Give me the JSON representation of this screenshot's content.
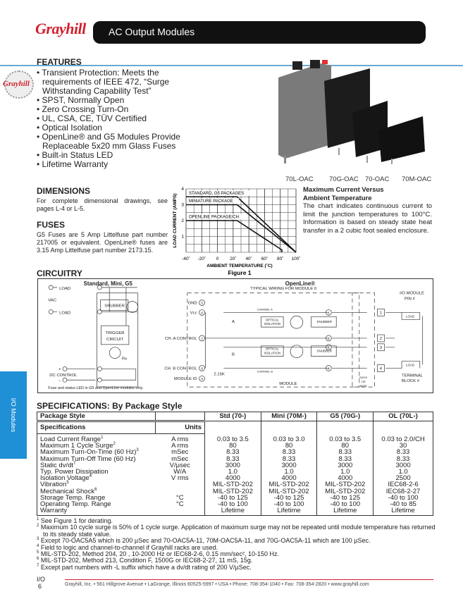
{
  "header": {
    "logo": "Grayhill",
    "title": "AC Output Modules"
  },
  "features": {
    "heading": "FEATURES",
    "seal_logo": "Grayhill",
    "items": [
      "Transient Protection: Meets the requirements of IEEE 472, “Surge Withstanding Capability Test”",
      "SPST, Normally Open",
      "Zero Crossing Turn-On",
      "UL, CSA, CE, TÜV Certified",
      "Optical Isolation",
      "OpenLine® and G5 Modules Provide Replaceable 5x20 mm Glass Fuses",
      "Built-in Status LED",
      "Lifetime Warranty"
    ]
  },
  "photo": {
    "labels": [
      "70L-OAC",
      "70G-OAC",
      "70-OAC",
      "70M-OAC"
    ]
  },
  "dimensions": {
    "heading": "DIMENSIONS",
    "text": "For complete dimensional drawings, see pages L-4 or L-5."
  },
  "fuses": {
    "heading": "FUSES",
    "text": "G5 Fuses are 5 Amp Littelfuse part number 217005 or equivalent. OpenLine® fuses are 3.15 Amp Littelfuse part number 2173.15."
  },
  "chart_data": {
    "type": "line",
    "title": "Figure 1",
    "xlabel": "AMBIENT TEMPERATURE (˚C)",
    "ylabel": "LOAD CURRENT (AMPS)",
    "xlim": [
      -40,
      100
    ],
    "ylim": [
      0,
      4
    ],
    "grid": true,
    "xticks": [
      "-40˚",
      "-20˚",
      "0",
      "20˚",
      "40˚",
      "60˚",
      "80˚",
      "100˚"
    ],
    "yticks": [
      "1",
      "2",
      "3",
      "4"
    ],
    "series": [
      {
        "name": "STANDARD, G5 PACKAGES",
        "x": [
          -40,
          25,
          100
        ],
        "y": [
          3.5,
          3.5,
          0
        ]
      },
      {
        "name": "MINIATURE PACKAGE",
        "x": [
          -40,
          25,
          100
        ],
        "y": [
          3.0,
          3.0,
          0
        ]
      },
      {
        "name": "OPENLINE PACKAGE/CH",
        "x": [
          -40,
          25,
          82,
          82
        ],
        "y": [
          2.0,
          2.0,
          0.15,
          0
        ]
      }
    ]
  },
  "chart_desc": {
    "heading1": "Maximum Current Versus",
    "heading2": "Ambient Temperature",
    "text": "The chart indicates continuous current to limit the junction temperatures to 100°C. Information is based on steady state heat transfer in a 2 cubic foot sealed enclosure."
  },
  "circuitry": {
    "heading": "CIRCUITRY",
    "left_title": "Standard, Mini, G5",
    "load": "LOAD",
    "vac": "VAC",
    "snubber": "SNUBBER",
    "trigger1": "TRIGGER",
    "trigger2": "CIRCUIT",
    "rx": "Rx",
    "dc_control": "DC CONTROL",
    "plus": "+",
    "minus": "−",
    "note": "Fuse and status LED in G5 and OpenLine modules only.",
    "right_title": "OpenLine®",
    "typical": "TYPICAL WIRING FOR MODULE 0",
    "gnd": "GND",
    "vcc": "Vcc",
    "cha": "CH. A CONTROL",
    "chb": "CH. B CONTROL",
    "module_id": "MODULE ID",
    "r215": "2.15K",
    "channel_a": "CHANNEL A",
    "channel_b": "CHANNEL B",
    "a": "A",
    "b": "B",
    "optical1": "OPTICAL",
    "optical2": "ISOLATION",
    "module": "MODULE",
    "rack1": "RACK",
    "rack2": "OR",
    "rack3": "BASE",
    "io_pin1": "I/O MODULE",
    "io_pin2": "PIN #",
    "terminal1": "TERMINAL",
    "terminal2": "BLOCK #",
    "pins": [
      "5",
      "6",
      "7",
      "8",
      "9",
      "1",
      "2",
      "3",
      "4"
    ],
    "terms": [
      "1",
      "2",
      "3",
      "4"
    ]
  },
  "side_tab": "I/O Modules",
  "specs": {
    "heading": "SPECIFICATIONS: By Package Style",
    "package_label": "Package Style",
    "spec_label": "Specifications",
    "units_label": "Units",
    "columns": [
      "Std (70-)",
      "Mini (70M-)",
      "G5 (70G-)",
      "OL (70L-)"
    ],
    "rows": [
      {
        "name": "Load Current Range",
        "sup": "1",
        "unit": "A rms",
        "v": [
          "0.03 to 3.5",
          "0.03 to 3.0",
          "0.03 to 3.5",
          "0.03 to 2.0/CH"
        ]
      },
      {
        "name": "Maximum 1 Cycle Surge",
        "sup": "2",
        "unit": "A rms",
        "v": [
          "80",
          "80",
          "80",
          "30"
        ]
      },
      {
        "name": "Maximum Turn-On-Time (60 Hz)",
        "sup": "3",
        "unit": "mSec",
        "v": [
          "8.33",
          "8.33",
          "8.33",
          "8.33"
        ]
      },
      {
        "name": "Maximum Turn-Off Time (60 Hz)",
        "sup": "",
        "unit": "mSec",
        "v": [
          "8.33",
          "8.33",
          "8.33",
          "8.33"
        ]
      },
      {
        "name": "Static dv/dt",
        "sup": "7",
        "unit": "V/µsec",
        "v": [
          "3000",
          "3000",
          "3000",
          "3000"
        ]
      },
      {
        "name": "Typ. Power Dissipation",
        "sup": "",
        "unit": "W/A",
        "v": [
          "1.0",
          "1.0",
          "1.0",
          "1.0"
        ]
      },
      {
        "name": "Isolation Voltage",
        "sup": "4",
        "unit": "V rms",
        "v": [
          "4000",
          "4000",
          "4000",
          "2500"
        ]
      },
      {
        "name": "Vibration",
        "sup": "5",
        "unit": "",
        "v": [
          "MIL-STD-202",
          "MIL-STD-202",
          "MIL-STD-202",
          "IEC68-2-6"
        ]
      },
      {
        "name": "Mechanical Shock",
        "sup": "6",
        "unit": "",
        "v": [
          "MIL-STD-202",
          "MIL-STD-202",
          "MIL-STD-202",
          "IEC68-2-27"
        ]
      },
      {
        "name": "Storage Temp. Range",
        "sup": "",
        "unit": "°C",
        "v": [
          "-40 to 125",
          "-40 to 125",
          "-40 to 125",
          "-40 to 100"
        ]
      },
      {
        "name": "Operating Temp. Range",
        "sup": "",
        "unit": "°C",
        "v": [
          "-40 to 100",
          "-40 to 100",
          "-40 to 100",
          "-40 to 85"
        ]
      },
      {
        "name": "Warranty",
        "sup": "",
        "unit": "",
        "v": [
          "Lifetime",
          "Lifetime",
          "Lifetime",
          "Lifetime"
        ]
      }
    ]
  },
  "footnotes": [
    {
      "n": "1",
      "t": "See Figure 1 for derating."
    },
    {
      "n": "2",
      "t": "Maximum 10 cycle surge is 50% of 1 cycle surge. Application of maximum surge may not be repeated until module temperature has returned to its steady state value."
    },
    {
      "n": "3",
      "t": "Except 70-OAC5A5 which is 200 µSec and 70-OAC5A-11, 70M-OAC5A-11, and 70G-OAC5A-11 which are 100 µSec."
    },
    {
      "n": "4",
      "t": "Field to logic and channel-to-channel if Grayhill racks are used."
    },
    {
      "n": "5",
      "t": "MIL-STD-202, Method 204, 20 , 10-2000 Hz or IEC68-2-6, 0.15 mm/sec², 10-150 Hz."
    },
    {
      "n": "6",
      "t": "MIL-STD-202, Method 213, Condition F, 1500G or IEC68-2-27, 11 mS, 15g."
    },
    {
      "n": "7",
      "t": "Except part numbers with -L suffix which have a dv/dt rating of 200 V/µSec."
    }
  ],
  "footer": {
    "section": "I/O",
    "page": "6",
    "text": "Grayhill, Inc. • 561 Hillgrove Avenue • LaGrange, Illinois  60525-5997 • USA • Phone: 708-354-1040 • Fax: 708-354-2820 • www.grayhill.com"
  },
  "colors": {
    "brand_red": "#d3202f",
    "tab_blue": "#1f8fd6",
    "rule_blue": "#6aa9d6"
  }
}
